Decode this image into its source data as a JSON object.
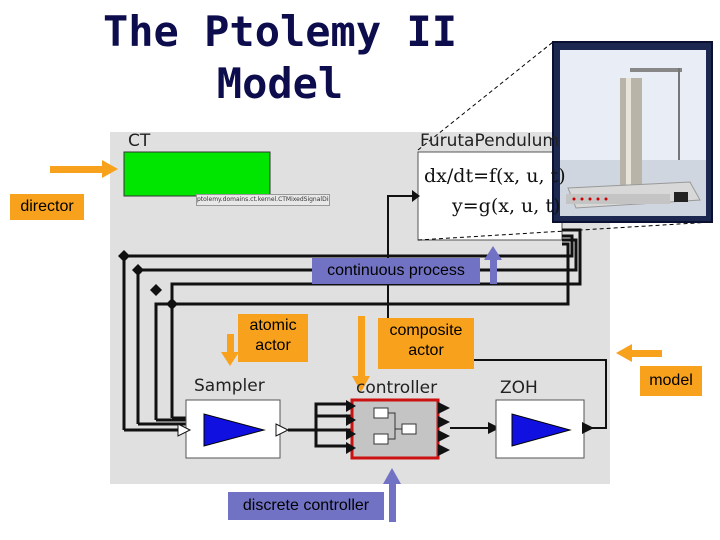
{
  "title": {
    "line1": "The Ptolemy II",
    "line2": "Model"
  },
  "diagram": {
    "ct_label": "CT",
    "plant_label": "FurutaPendulum",
    "plant_equation_1": "dx/dt=f(x, u, t)",
    "plant_equation_2": "y=g(x, u, t)",
    "director_class": "ptolemy.domains.ct.kernel.CTMixedSignalDirector",
    "sampler_label": "Sampler",
    "controller_label": "controller",
    "zoh_label": "ZOH"
  },
  "callouts": {
    "director": "director",
    "continuous_process": "continuous process",
    "atomic_actor_1": "atomic",
    "atomic_actor_2": "actor",
    "composite_actor_1": "composite",
    "composite_actor_2": "actor",
    "model": "model",
    "discrete_controller": "discrete controller"
  },
  "colors": {
    "title": "#0d0d4d",
    "callout_orange": "#f7a11c",
    "callout_purple": "#7272c4",
    "ct_green": "#00e600",
    "diagram_bg": "#e0e0e0",
    "triangle_blue": "#1010e0",
    "controller_red": "#cc1111"
  },
  "icons": {
    "photo": "pendulum-hardware-photo",
    "ct_block": "ct-director-block",
    "sampler_icon": "sampler-triangle-icon",
    "zoh_icon": "zoh-triangle-icon",
    "controller_icon": "composite-actor-icon"
  }
}
